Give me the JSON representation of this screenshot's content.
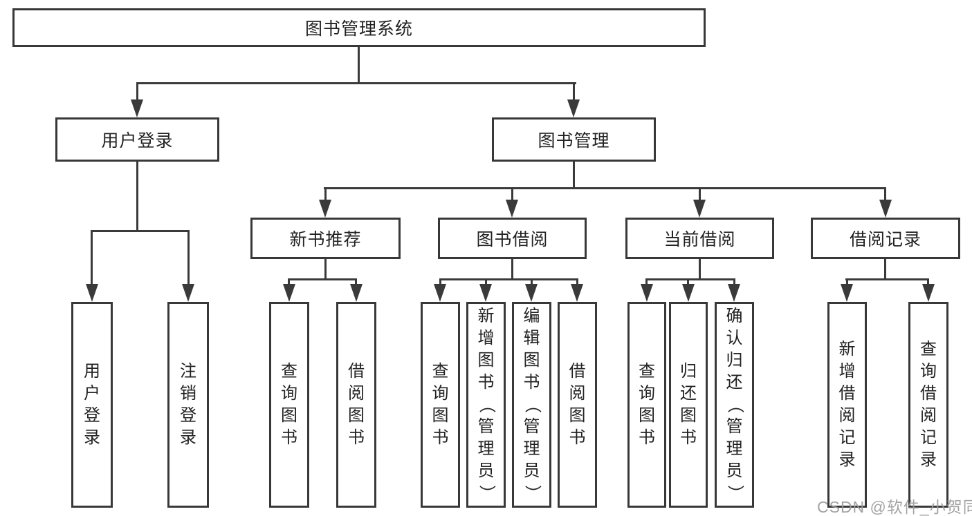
{
  "colors": {
    "line": "#3a3a3a",
    "border": "#383838",
    "text": "#222222",
    "watermark": "#9c9c9c",
    "background": "#ffffff"
  },
  "watermark": "CSDN @软件_小贺同学",
  "nodes": {
    "root": "图书管理系统",
    "login": "用户登录",
    "mgmt": "图书管理",
    "recommend": "新书推荐",
    "borrow": "图书借阅",
    "current": "当前借阅",
    "records": "借阅记录",
    "leaf_login_user": "用户登录",
    "leaf_login_out": "注销登录",
    "leaf_rec_query": "查询图书",
    "leaf_rec_borrow": "借阅图书",
    "leaf_bor_query": "查询图书",
    "leaf_bor_add": "新增图书（管理员）",
    "leaf_bor_edit": "编辑图书（管理员）",
    "leaf_bor_borrow": "借阅图书",
    "leaf_cur_query": "查询图书",
    "leaf_cur_return": "归还图书",
    "leaf_cur_confirm": "确认归还（管理员）",
    "leaf_records_add": "新增借阅记录",
    "leaf_records_query": "查询借阅记录"
  }
}
